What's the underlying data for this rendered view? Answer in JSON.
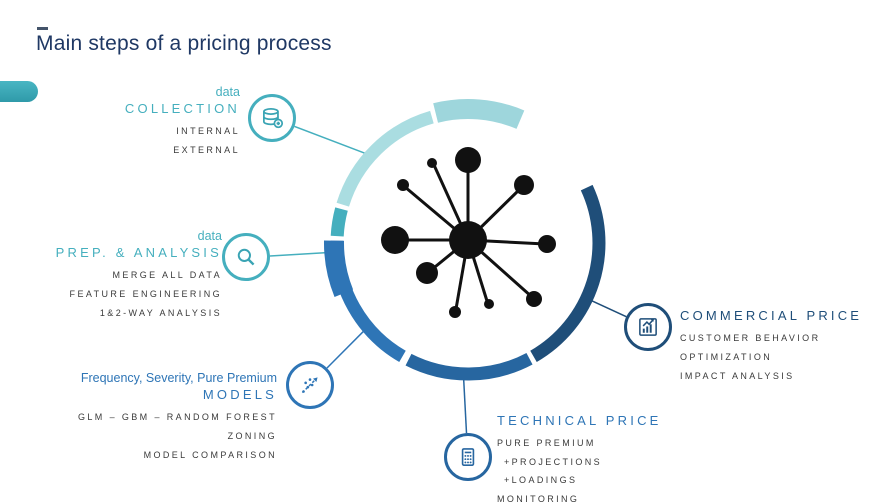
{
  "slide": {
    "title": "Main steps of a pricing process"
  },
  "colors": {
    "teal": "#45AFBE",
    "light_teal": "#A6DBE0",
    "blue": "#2E75B6",
    "mid_blue": "#2766A0",
    "navy": "#1F4E79",
    "title_navy": "#1F3864",
    "body_text": "#3A3A3A",
    "network_black": "#111111"
  },
  "steps": {
    "collection": {
      "pre": "data",
      "title": "COLLECTION",
      "icon": "database-icon",
      "lines": [
        "INTERNAL",
        "EXTERNAL"
      ]
    },
    "prep": {
      "pre": "data",
      "title": "PREP. & ANALYSIS",
      "icon": "magnifier-icon",
      "lines": [
        "MERGE ALL DATA",
        "FEATURE ENGINEERING",
        "1&2-WAY ANALYSIS"
      ]
    },
    "models": {
      "pre": "Frequency, Severity, Pure Premium",
      "title": "MODELS",
      "icon": "scatter-trend-icon",
      "lines": [
        "GLM – GBM – RANDOM FOREST",
        "ZONING",
        "MODEL COMPARISON"
      ]
    },
    "technical": {
      "title": "TECHNICAL PRICE",
      "icon": "calculator-icon",
      "lines": [
        "PURE PREMIUM",
        "+PROJECTIONS",
        "+LOADINGS",
        "MONITORING"
      ]
    },
    "commercial": {
      "title": "COMMERCIAL PRICE",
      "icon": "growth-chart-icon",
      "lines": [
        "CUSTOMER BEHAVIOR",
        "OPTIMIZATION",
        "IMPACT ANALYSIS"
      ]
    }
  }
}
